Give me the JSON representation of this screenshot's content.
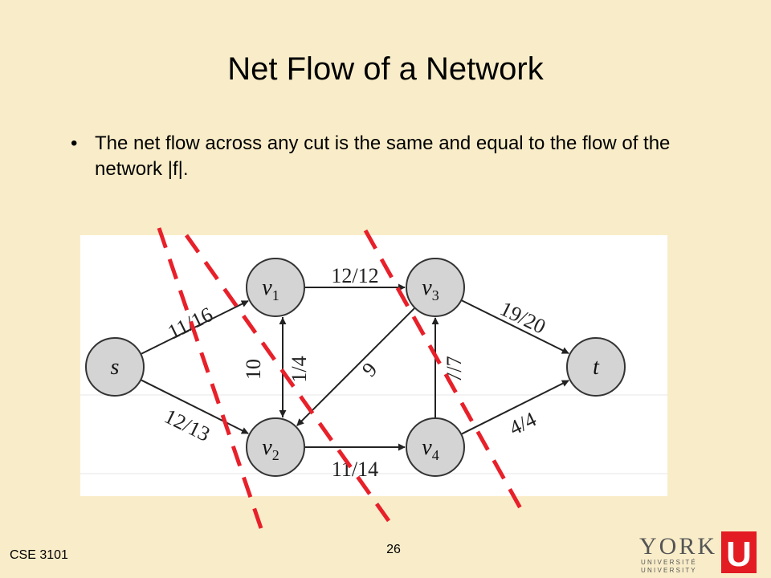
{
  "slide": {
    "title": "Net Flow of a Network",
    "bullets": [
      "The net flow across any cut is the same and equal to the flow of the network |f|."
    ],
    "footer": "CSE 3101",
    "page_number": "26"
  },
  "diagram": {
    "nodes": [
      {
        "id": "s",
        "label": "s",
        "sub": ""
      },
      {
        "id": "v1",
        "label": "v",
        "sub": "1"
      },
      {
        "id": "v2",
        "label": "v",
        "sub": "2"
      },
      {
        "id": "v3",
        "label": "v",
        "sub": "3"
      },
      {
        "id": "v4",
        "label": "v",
        "sub": "4"
      },
      {
        "id": "t",
        "label": "t",
        "sub": ""
      }
    ],
    "edges": [
      {
        "from": "s",
        "to": "v1",
        "label": "11/16"
      },
      {
        "from": "s",
        "to": "v2",
        "label": "12/13"
      },
      {
        "from": "v1",
        "to": "v3",
        "label": "12/12"
      },
      {
        "from": "v1",
        "to": "v2",
        "label": "10"
      },
      {
        "from": "v2",
        "to": "v1",
        "label": "1/4"
      },
      {
        "from": "v3",
        "to": "v2",
        "label": "9"
      },
      {
        "from": "v2",
        "to": "v4",
        "label": "11/14"
      },
      {
        "from": "v4",
        "to": "v3",
        "label": "7/7"
      },
      {
        "from": "v3",
        "to": "t",
        "label": "19/20"
      },
      {
        "from": "v4",
        "to": "t",
        "label": "4/4"
      }
    ],
    "cut_line_color": "#e8202a"
  },
  "logo": {
    "word": "YORK",
    "line1": "U N I V E R S I T É",
    "line2": "U N I V E R S I T Y",
    "letter": "U",
    "color": "#e31b23"
  }
}
